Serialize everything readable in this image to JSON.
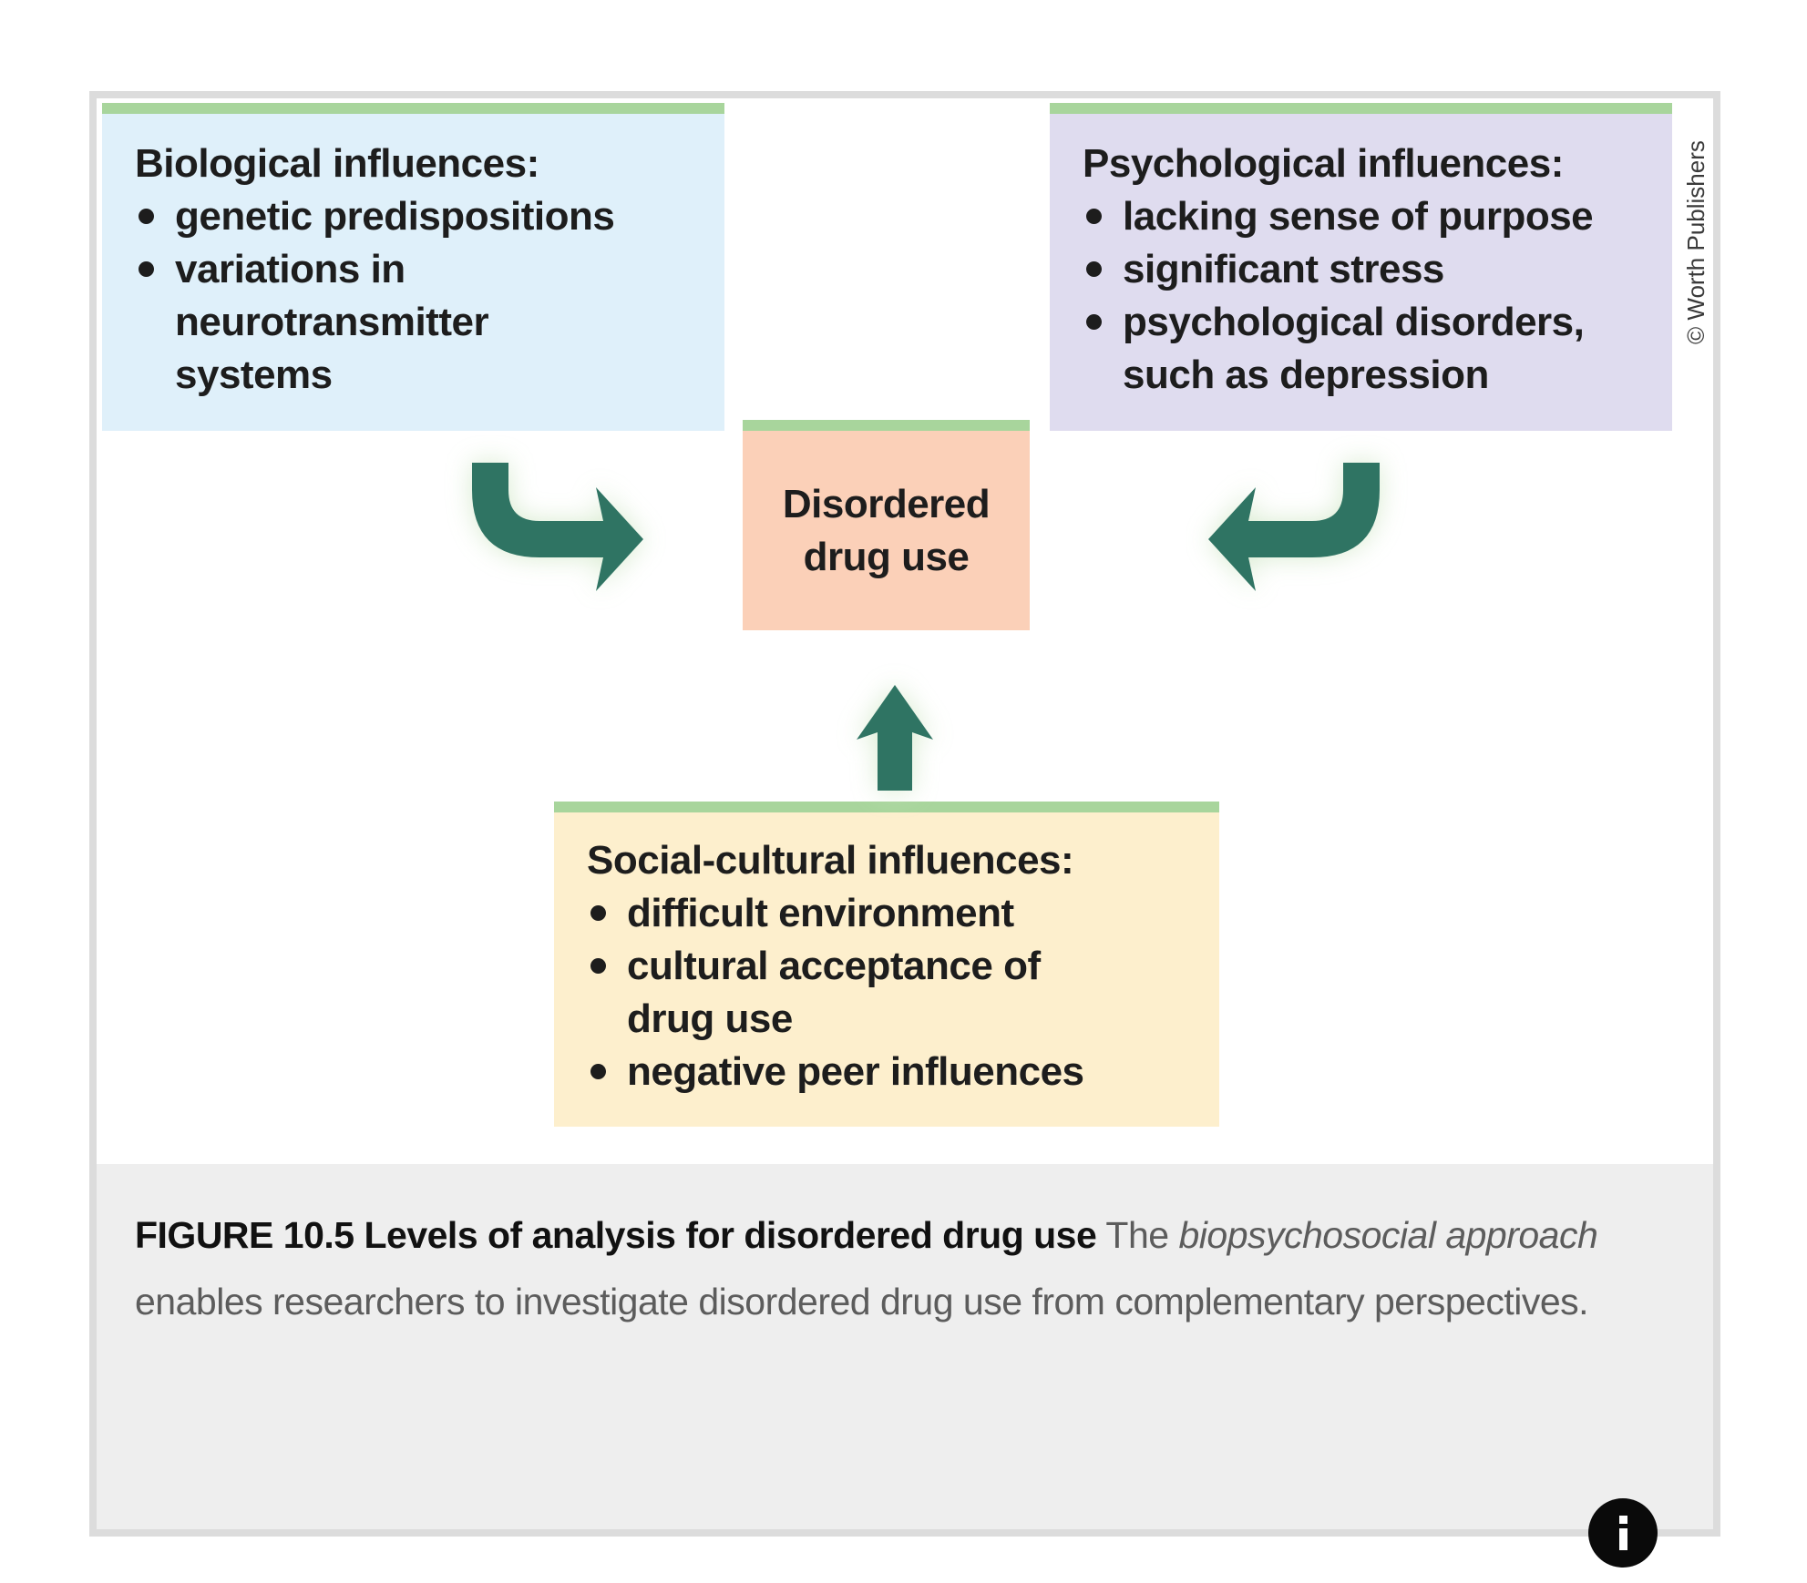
{
  "figure": {
    "boxes": {
      "biological": {
        "title": "Biological influences:",
        "items": [
          "genetic predispositions",
          "variations in neurotransmitter systems"
        ]
      },
      "psychological": {
        "title": "Psychological influences:",
        "items": [
          "lacking sense of purpose",
          "significant stress",
          "psychological disorders, such as depression"
        ]
      },
      "center": {
        "line1": "Disordered",
        "line2": "drug use"
      },
      "social": {
        "title": "Social-cultural influences:",
        "items": [
          "difficult environment",
          "cultural acceptance of drug use",
          "negative peer influences"
        ]
      }
    },
    "credit": "© Worth Publishers",
    "colors": {
      "biological_bg": "#dff0fa",
      "psychological_bg": "#dfdcef",
      "center_bg": "#fbd0b8",
      "social_bg": "#fdefcd",
      "header_bar": "#a8d59c",
      "arrow": "#2f7463"
    }
  },
  "caption": {
    "label": "FIGURE 10.5 Levels of analysis for disordered drug use",
    "text_before": " The ",
    "emphasis": "biopsychosocial approach",
    "text_after": " enables researchers to investigate disordered drug use from complementary perspectives."
  },
  "info_button": {
    "icon": "info-icon"
  }
}
